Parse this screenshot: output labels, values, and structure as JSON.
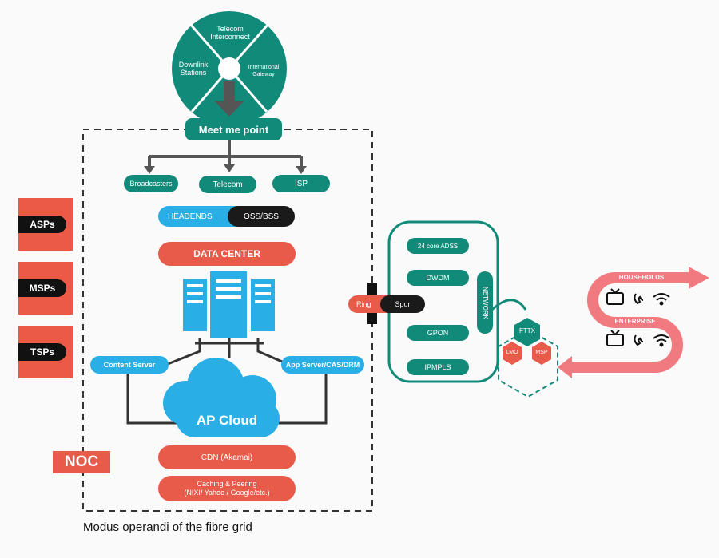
{
  "globe": {
    "top": "Telecom Interconnect",
    "left": "Downlink Stations",
    "right": "International Gateway"
  },
  "meet_point": "Meet me point",
  "branches": [
    "Broadcasters",
    "Telecom",
    "ISP"
  ],
  "headends": "HEADENDS",
  "oss_bss": "OSS/BSS",
  "data_center": "DATA CENTER",
  "content_server": "Content Server",
  "app_server": "App Server/CAS/DRM",
  "cloud": "AP Cloud",
  "cdn": "CDN (Akamai)",
  "caching": "Caching & Peering",
  "caching_sub": "(NIXI/ Yahoo / Google/etc.)",
  "noc": "NOC",
  "side_labels": [
    "ASPs",
    "MSPs",
    "TSPs"
  ],
  "ring": "Ring",
  "spur": "Spur",
  "network_items": [
    "24 core ADSS",
    "DWDM",
    "GPON",
    "IPMPLS"
  ],
  "network_label": "NETWORK",
  "fttx": "FTTX",
  "lmo": "LMO",
  "msp": "MSP",
  "households": "HOUSEHOLDS",
  "enterprise": "ENTERPRISE",
  "caption": "Modus operandi of the fibre grid",
  "colors": {
    "teal": "#128a7a",
    "red": "#e85a4a",
    "blue": "#2aaee6",
    "pink_arrow": "#f07a7f",
    "black": "#1a1a1a"
  }
}
